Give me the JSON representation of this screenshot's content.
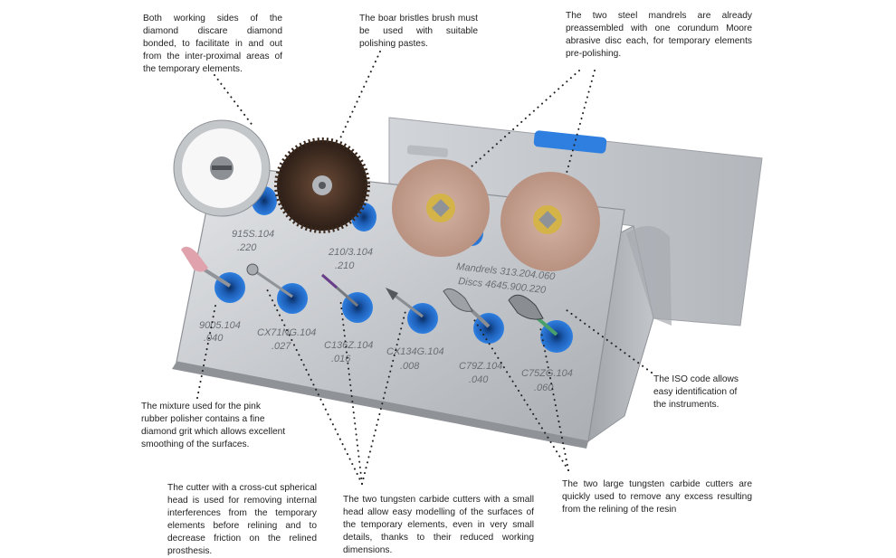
{
  "captions": {
    "diamond_disc": "Both working sides of the diamond discare diamond bonded, to facilitate in and out from the inter-proximal areas of the temporary elements.",
    "boar_brush": "The boar bristles brush must be used with suitable polishing pastes.",
    "mandrels": "The two steel mandrels are already preassembled with one corundum Moore abrasive disc each, for temporary elements pre-polishing.",
    "iso_code": "The ISO code allows easy identification of the instruments.",
    "pink_rubber": "The mixture used for the pink rubber polisher contains a fine diamond grit which allows excellent smoothing of the surfaces.",
    "cross_cut": "The cutter with a cross-cut spherical head is used for removing internal interferences from the temporary elements before relining and to decrease friction on the relined prosthesis.",
    "small_cutters": "The two tungsten carbide cutters with a small head allow easy modelling of the surfaces of the temporary elements, even in very small details, thanks to their reduced working dimensions.",
    "large_cutters": "The two large tungsten carbide cutters are quickly used to remove any excess resulting from the relining of the resin"
  },
  "codes": {
    "disc_code_1": "915S.104",
    "disc_code_2": ".220",
    "brush_code_1": "210/3.104",
    "brush_code_2": ".210",
    "mandrels": "Mandrels 313.204.060",
    "discs": "Discs 4645.900.220",
    "c1a": "9005.104",
    "c1b": ".040",
    "c2a": "CX71NG.104",
    "c2b": ".027",
    "c3a": "C136Z.104",
    "c3b": ".016",
    "c4a": "CX134G.104",
    "c4b": ".008",
    "c5a": "C79Z.104",
    "c5b": ".040",
    "c6a": "C75ZG.104",
    "c6b": ".060"
  },
  "colors": {
    "holder_blue": "#1f6fd1",
    "steel": "#c9ccd0",
    "pink_rubber": "#e0a3ad",
    "brush_brown": "#4a3427",
    "abrasive_disc": "#c9a493"
  }
}
